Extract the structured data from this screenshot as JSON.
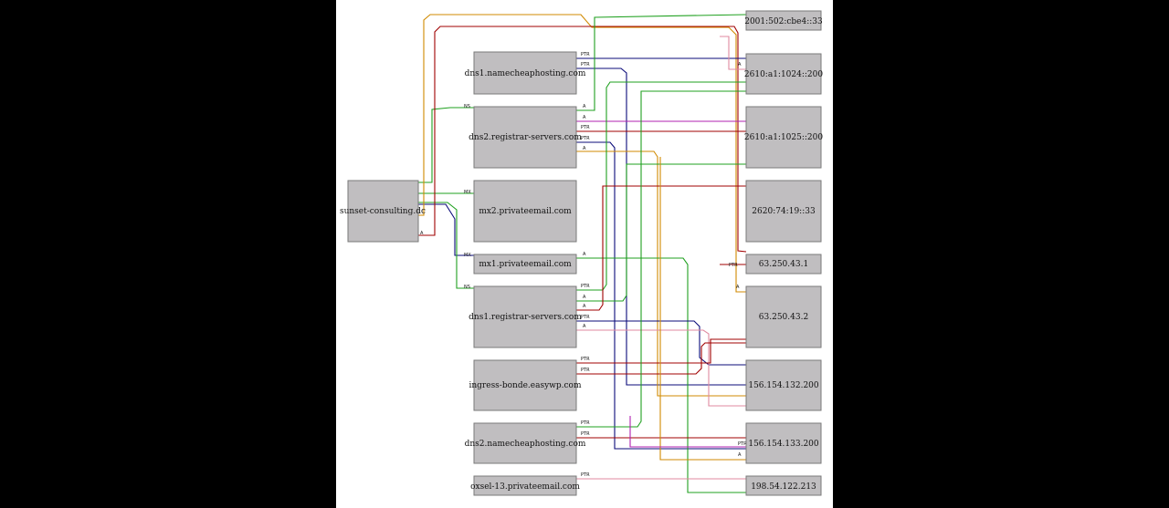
{
  "nodes": {
    "sunset": "sunset-consulting.dc",
    "dns1_nc": "dns1.namecheaphosting.com",
    "dns2_rs": "dns2.registrar-servers.com",
    "mx2": "mx2.privateemail.com",
    "mx1": "mx1.privateemail.com",
    "dns1_rs": "dns1.registrar-servers.com",
    "ingress": "ingress-bonde.easywp.com",
    "dns2_nc": "dns2.namecheaphosting.com",
    "oxsel": "oxsel-13.privateemail.com",
    "ip_2001": "2001:502:cbe4::33",
    "ip_2610_200": "2610:a1:1024::200",
    "ip_2610_1025": "2610:a1:1025::200",
    "ip_2620": "2620:74:19::33",
    "ip_63_1": "63.250.43.1",
    "ip_63_2": "63.250.43.2",
    "ip_156_132": "156.154.132.200",
    "ip_156_133": "156.154.133.200",
    "ip_198": "198.54.122.213"
  },
  "edge_labels": {
    "ns": "NS",
    "mx": "MX",
    "a": "A",
    "ptr": "PTR"
  },
  "colors": {
    "green": "#1fa01f",
    "navy": "#0b0b7a",
    "red": "#a00000",
    "orange": "#d08a00",
    "magenta": "#b020b0",
    "pink": "#e08aa0",
    "node_fill": "#c0bec0"
  }
}
